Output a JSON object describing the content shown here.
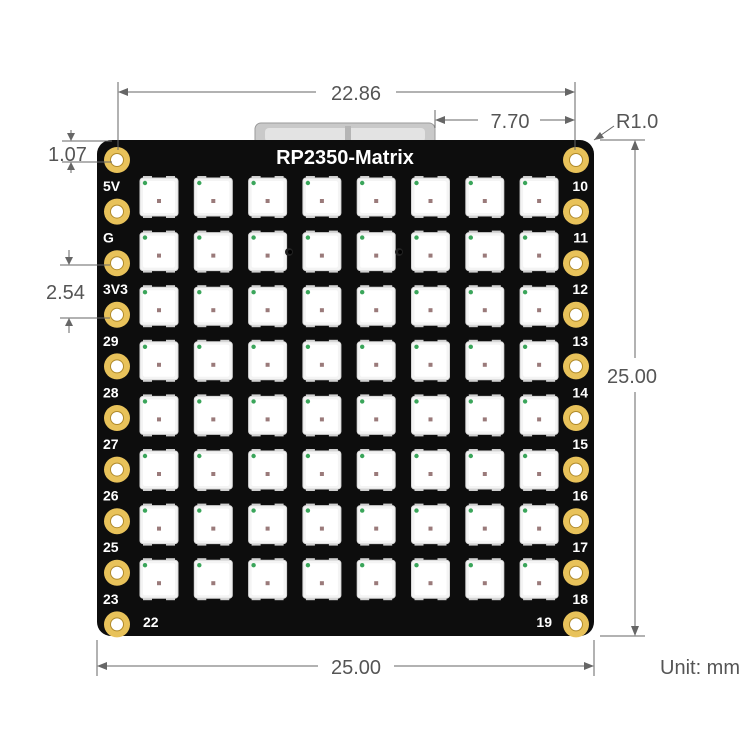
{
  "board": {
    "title": "RP2350-Matrix",
    "left_pins": [
      "5V",
      "G",
      "3V3",
      "29",
      "28",
      "27",
      "26",
      "25",
      "23"
    ],
    "right_pins": [
      "10",
      "11",
      "12",
      "13",
      "14",
      "15",
      "16",
      "17",
      "18"
    ],
    "bottom_left_pin": "22",
    "bottom_right_pin": "19",
    "led_rows": 8,
    "led_cols": 8
  },
  "dimensions": {
    "top_width": "22.86",
    "usb_offset": "7.70",
    "corner_radius": "R1.0",
    "height": "25.00",
    "bottom_width": "25.00",
    "pad_offset": "1.07",
    "pitch": "2.54"
  },
  "unit_label": "Unit: mm",
  "colors": {
    "pcb": "#0d0d0d",
    "pad_gold": "#e8c25a",
    "led_body": "#f4f4f4"
  }
}
